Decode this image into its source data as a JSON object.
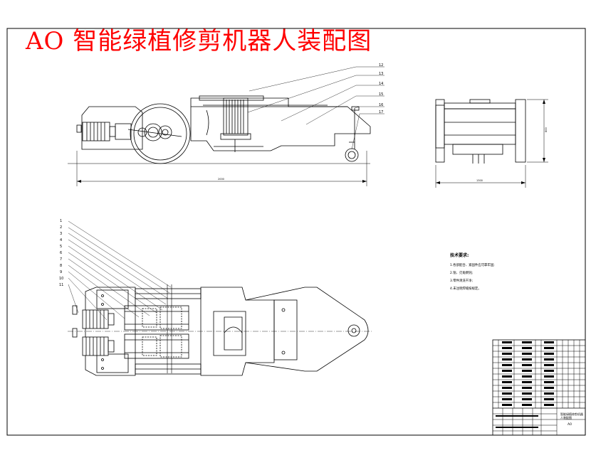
{
  "title": "AO 智能绿植修剪机器人装配图",
  "technical_requirements": {
    "heading": "技术要求:",
    "items": [
      "1.各部配合、紧固件应可靠牢固;",
      "2.锐、刃角倒钝;",
      "3.零件清洗干净;",
      "4.未注明焊缝按规定。"
    ]
  },
  "balloons": {
    "left": [
      "1",
      "2",
      "3",
      "4",
      "5",
      "6",
      "7",
      "8",
      "9",
      "10",
      "11"
    ],
    "top": [
      "12",
      "13",
      "14",
      "15",
      "16",
      "17"
    ]
  },
  "dimensions": {
    "side_length": "2000",
    "end_width": "1300",
    "end_height": "800"
  },
  "title_block": {
    "drawing_title": "智能绿植修剪机器人装配图",
    "drawing_no": "A0"
  },
  "colors": {
    "title": "#ff0000",
    "line": "#000000",
    "background": "#ffffff"
  }
}
